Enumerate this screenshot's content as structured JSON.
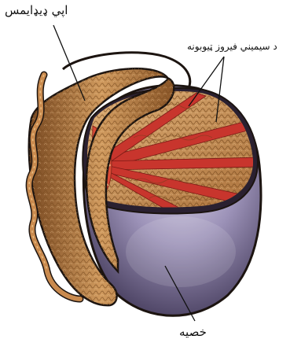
{
  "labels": {
    "epididymis": "اپي ډيډايمس",
    "seminiferous_tubules": "د سيميني فيروز ټيوبونه",
    "testis": "خصيه"
  },
  "colors": {
    "tunica": "#9a8fb3",
    "tunica_dark": "#3f3758",
    "tubule_tan": "#c9955c",
    "tubule_dark": "#8c5a2b",
    "septa_red": "#c8352d",
    "outline": "#1c1410"
  }
}
